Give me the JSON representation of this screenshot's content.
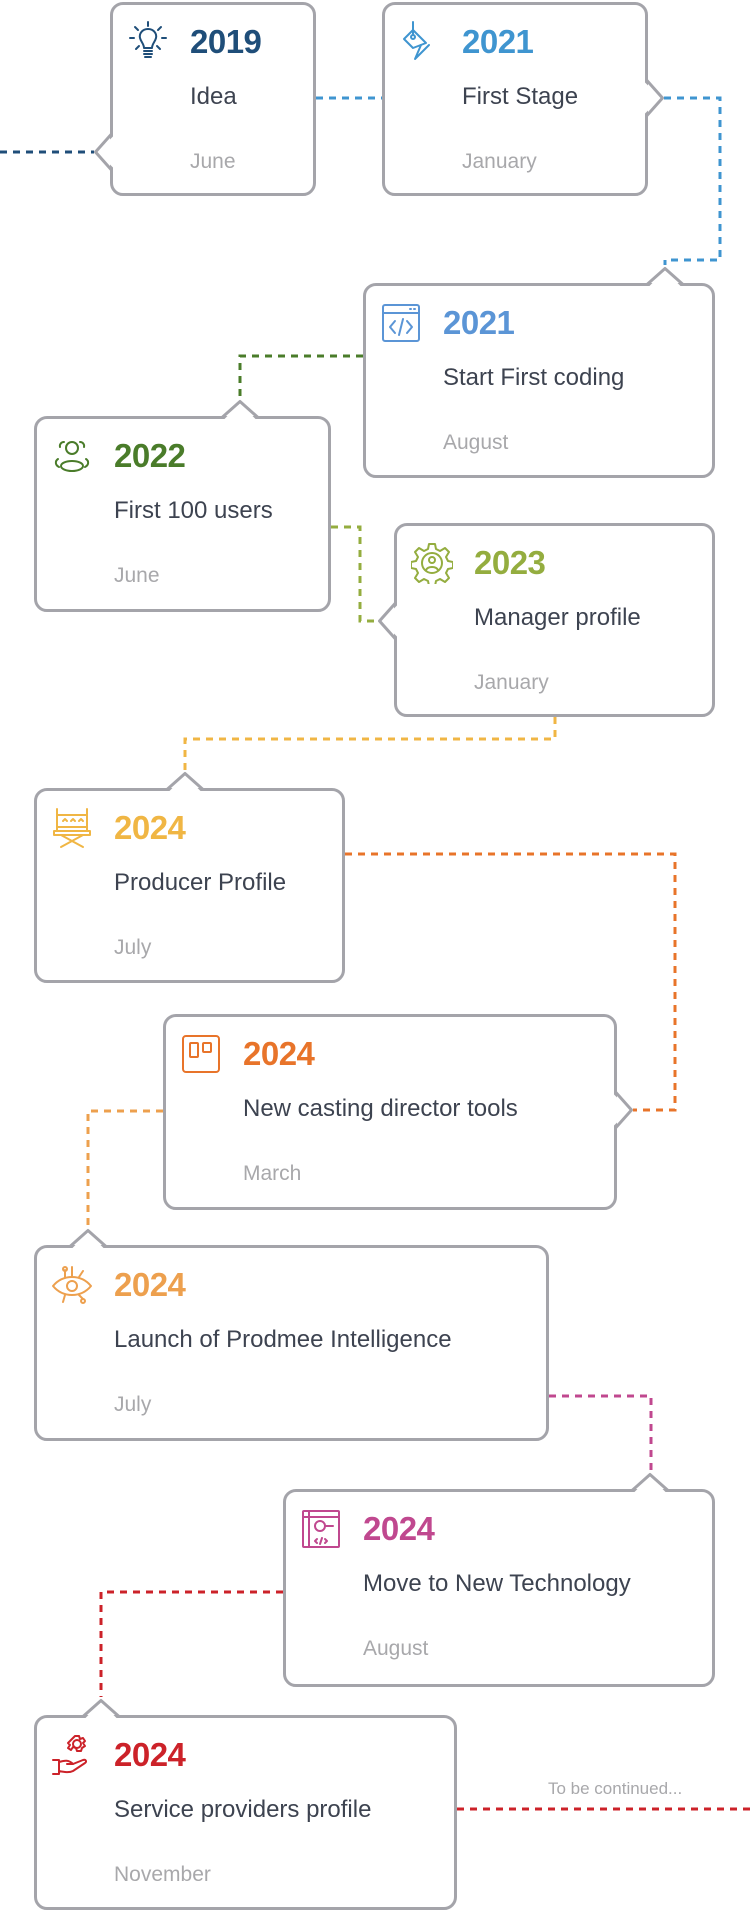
{
  "milestones": [
    {
      "year": "2019",
      "title": "Idea",
      "month": "June",
      "icon": "lightbulb-icon",
      "color": "#1f4e79"
    },
    {
      "year": "2021",
      "title": "First Stage",
      "month": "January",
      "icon": "pen-tool-icon",
      "color": "#3f95d0"
    },
    {
      "year": "2021",
      "title": "Start First coding",
      "month": "August",
      "icon": "code-window-icon",
      "color": "#5b95d6"
    },
    {
      "year": "2022",
      "title": "First 100 users",
      "month": "June",
      "icon": "users-icon",
      "color": "#4a7c2a"
    },
    {
      "year": "2023",
      "title": "Manager profile",
      "month": "January",
      "icon": "gear-user-icon",
      "color": "#94ad3f"
    },
    {
      "year": "2024",
      "title": "Producer Profile",
      "month": "July",
      "icon": "director-chair-icon",
      "color": "#f0b644"
    },
    {
      "year": "2024",
      "title": "New casting director tools",
      "month": "March",
      "icon": "board-icon",
      "color": "#e8742a"
    },
    {
      "year": "2024",
      "title": "Launch of Prodmee Intelligence",
      "month": "July",
      "icon": "ai-eye-icon",
      "color": "#eda04e"
    },
    {
      "year": "2024",
      "title": "Move to New Technology",
      "month": "August",
      "icon": "tech-document-icon",
      "color": "#c0488f"
    },
    {
      "year": "2024",
      "title": "Service providers profile",
      "month": "November",
      "icon": "hand-gear-icon",
      "color": "#cc2229"
    }
  ],
  "continued_label": "To be continued..."
}
